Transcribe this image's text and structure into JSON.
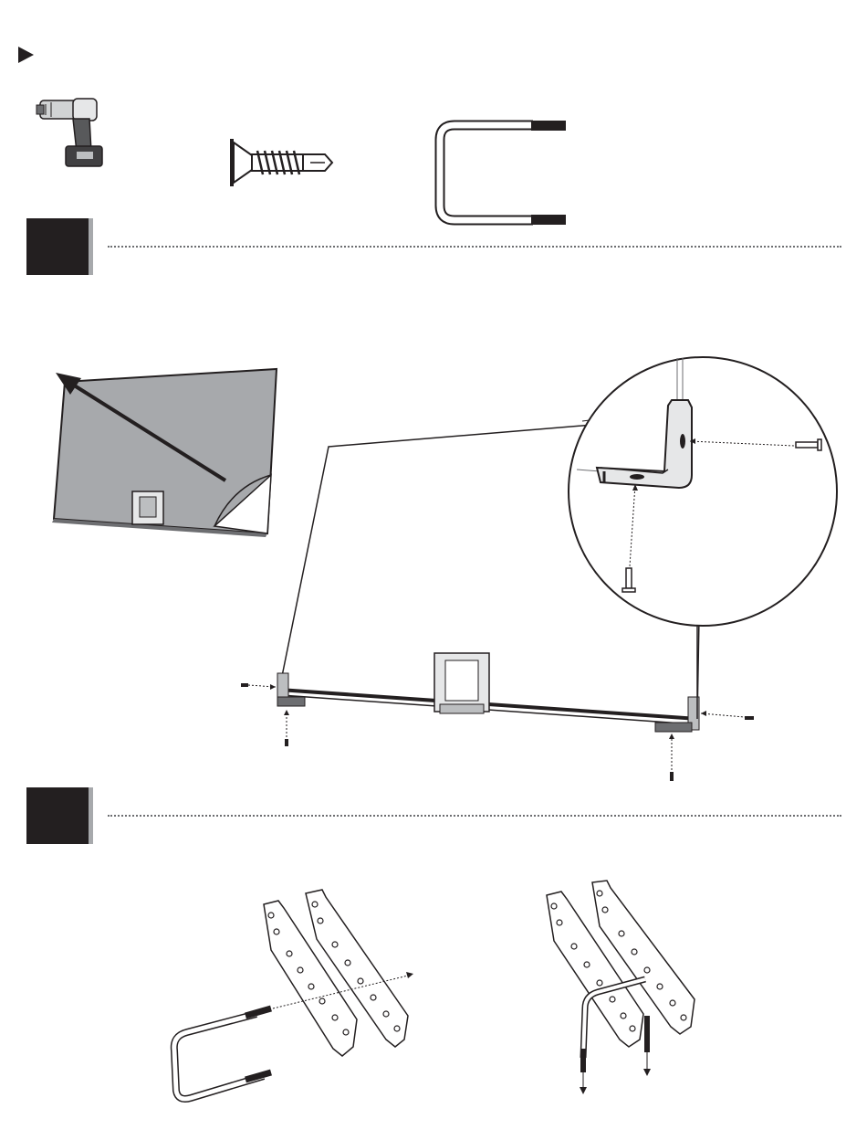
{
  "header": {
    "arrow_icon": "triangle-right-icon"
  },
  "tools": [
    {
      "name": "drill",
      "icon": "cordless-drill-icon"
    },
    {
      "name": "screw",
      "icon": "self-drilling-screw-icon"
    },
    {
      "name": "u_bolt",
      "icon": "u-bolt-icon"
    }
  ],
  "steps": [
    {
      "number": "",
      "color": "#231f20"
    },
    {
      "number": "",
      "color": "#231f20"
    }
  ],
  "colors": {
    "panel_gray": "#a7a9ac",
    "ink": "#231f20"
  }
}
